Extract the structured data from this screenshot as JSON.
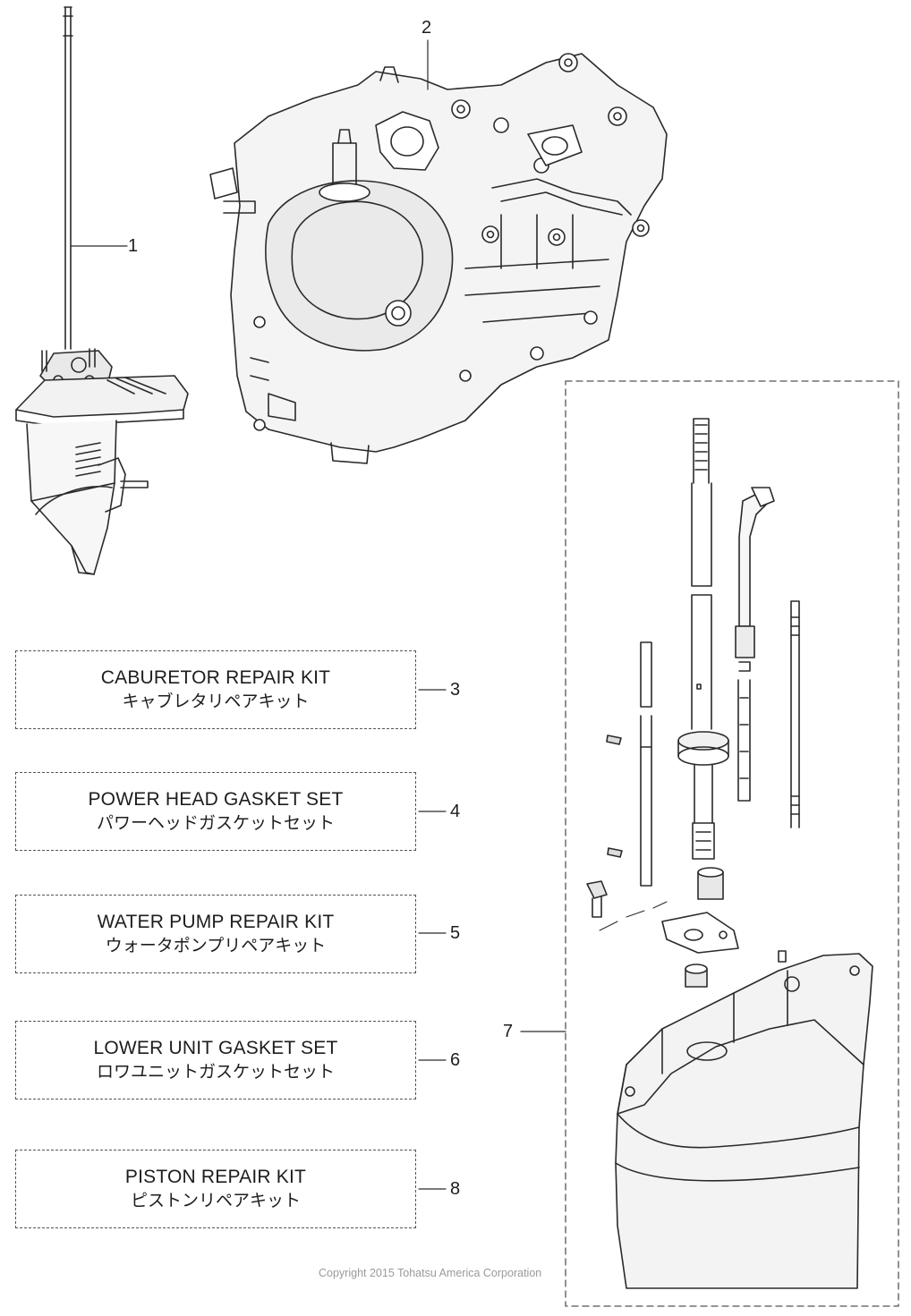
{
  "callouts": {
    "c1": "1",
    "c2": "2",
    "c3": "3",
    "c4": "4",
    "c5": "5",
    "c6": "6",
    "c7": "7",
    "c8": "8"
  },
  "kits": [
    {
      "number": "3",
      "name_en": "CABURETOR REPAIR KIT",
      "name_jp": "キャブレタリペアキット"
    },
    {
      "number": "4",
      "name_en": "POWER HEAD GASKET SET",
      "name_jp": "パワーヘッドガスケットセット"
    },
    {
      "number": "5",
      "name_en": "WATER PUMP REPAIR KIT",
      "name_jp": "ウォータポンプリペアキット"
    },
    {
      "number": "6",
      "name_en": "LOWER UNIT GASKET SET",
      "name_jp": "ロワユニットガスケットセット"
    },
    {
      "number": "8",
      "name_en": "PISTON REPAIR KIT",
      "name_jp": "ピストンリペアキット"
    }
  ],
  "copyright": "Copyright 2015 Tohatsu America Corporation"
}
